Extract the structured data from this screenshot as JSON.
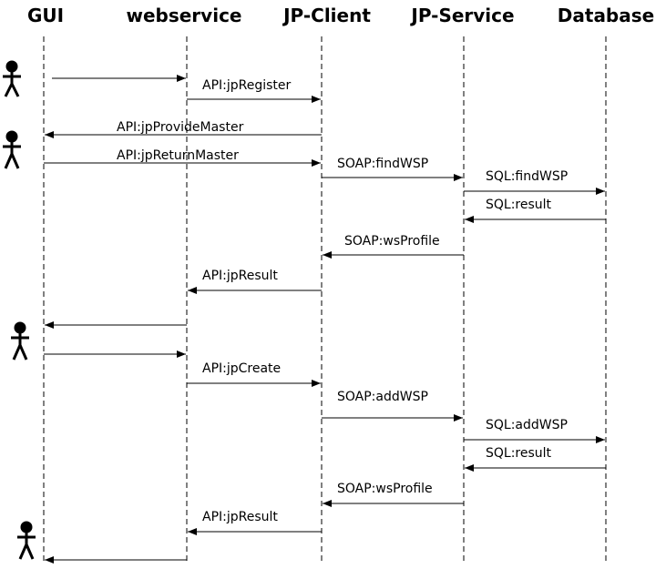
{
  "participants": [
    {
      "id": "gui",
      "label": "GUI"
    },
    {
      "id": "webservice",
      "label": "webservice"
    },
    {
      "id": "jpclient",
      "label": "JP-Client"
    },
    {
      "id": "jpservice",
      "label": "JP-Service"
    },
    {
      "id": "database",
      "label": "Database"
    }
  ],
  "actors": [
    {
      "name": "actor-1"
    },
    {
      "name": "actor-2"
    },
    {
      "name": "actor-3"
    },
    {
      "name": "actor-4"
    }
  ],
  "messages": [
    {
      "from": "gui",
      "to": "webservice",
      "label": ""
    },
    {
      "from": "webservice",
      "to": "jpclient",
      "label": "API:jpRegister"
    },
    {
      "from": "jpclient",
      "to": "gui",
      "label": "API:jpProvideMaster"
    },
    {
      "from": "gui",
      "to": "jpclient",
      "label": "API:jpReturnMaster"
    },
    {
      "from": "jpclient",
      "to": "jpservice",
      "label": "SOAP:findWSP"
    },
    {
      "from": "jpservice",
      "to": "database",
      "label": "SQL:findWSP"
    },
    {
      "from": "database",
      "to": "jpservice",
      "label": "SQL:result"
    },
    {
      "from": "jpservice",
      "to": "jpclient",
      "label": "SOAP:wsProfile"
    },
    {
      "from": "jpclient",
      "to": "webservice",
      "label": "API:jpResult"
    },
    {
      "from": "webservice",
      "to": "gui",
      "label": ""
    },
    {
      "from": "gui",
      "to": "webservice",
      "label": ""
    },
    {
      "from": "webservice",
      "to": "jpclient",
      "label": "API:jpCreate"
    },
    {
      "from": "jpclient",
      "to": "jpservice",
      "label": "SOAP:addWSP"
    },
    {
      "from": "jpservice",
      "to": "database",
      "label": "SQL:addWSP"
    },
    {
      "from": "database",
      "to": "jpservice",
      "label": "SQL:result"
    },
    {
      "from": "jpservice",
      "to": "jpclient",
      "label": "SOAP:wsProfile"
    },
    {
      "from": "jpclient",
      "to": "webservice",
      "label": "API:jpResult"
    },
    {
      "from": "webservice",
      "to": "gui",
      "label": ""
    }
  ]
}
